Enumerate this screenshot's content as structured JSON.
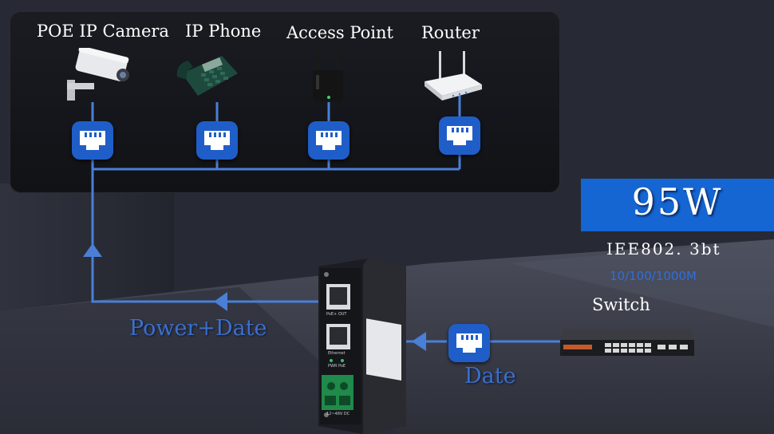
{
  "devices": [
    {
      "label": "POE IP Camera",
      "icon": "security-camera-icon"
    },
    {
      "label": "IP Phone",
      "icon": "desk-phone-icon"
    },
    {
      "label": "Access Point",
      "icon": "wireless-access-point-icon"
    },
    {
      "label": "Router",
      "icon": "router-icon"
    }
  ],
  "power": {
    "wattage": "95W",
    "standard": "IEE802. 3bt",
    "speed": "10/100/1000M"
  },
  "switch_label": "Switch",
  "flow": {
    "output_label": "Power+Date",
    "input_label": "Date"
  },
  "injector": {
    "port_out_label": "PoE+ OUT",
    "port_in_label": "Ethernet",
    "led_label": "PWR PoE",
    "dc_label": "12~48V DC"
  },
  "colors": {
    "accent_blue": "#1565d2",
    "line_blue": "#3d6fc9",
    "port_blue": "#1f5ec8"
  }
}
